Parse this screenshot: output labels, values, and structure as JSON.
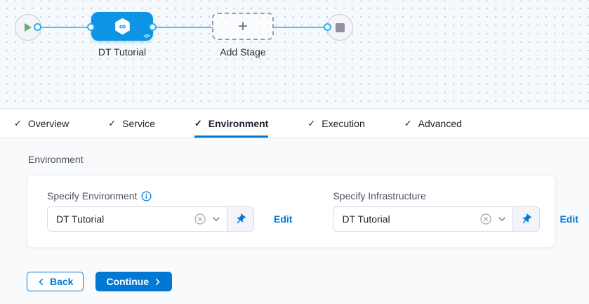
{
  "pipeline": {
    "stage": {
      "label": "DT Tutorial"
    },
    "add_stage": {
      "label": "Add Stage"
    }
  },
  "tabs": [
    {
      "label": "Overview"
    },
    {
      "label": "Service"
    },
    {
      "label": "Environment"
    },
    {
      "label": "Execution"
    },
    {
      "label": "Advanced"
    }
  ],
  "content": {
    "section_title": "Environment",
    "fields": [
      {
        "label": "Specify Environment",
        "value": "DT Tutorial",
        "edit_label": "Edit"
      },
      {
        "label": "Specify Infrastructure",
        "value": "DT Tutorial",
        "edit_label": "Edit"
      }
    ]
  },
  "footer": {
    "back_label": "Back",
    "continue_label": "Continue"
  },
  "icons": {
    "start": "play-icon",
    "end": "stop-icon",
    "stage": "cd-hexagon-icon",
    "code": "code-icon",
    "plus": "plus-icon",
    "check": "check-icon",
    "info": "info-icon",
    "clear": "clear-circle-icon",
    "chevron": "chevron-down-icon",
    "pin": "pin-icon"
  },
  "colors": {
    "accent_blue": "#0278d5",
    "stage_blue": "#0d94e4",
    "connector_blue": "#4cc1f3",
    "play_green": "#5db460",
    "canvas_bg": "#f5f9fc",
    "content_bg": "#f8fafb",
    "label_gray": "#4f5162"
  }
}
